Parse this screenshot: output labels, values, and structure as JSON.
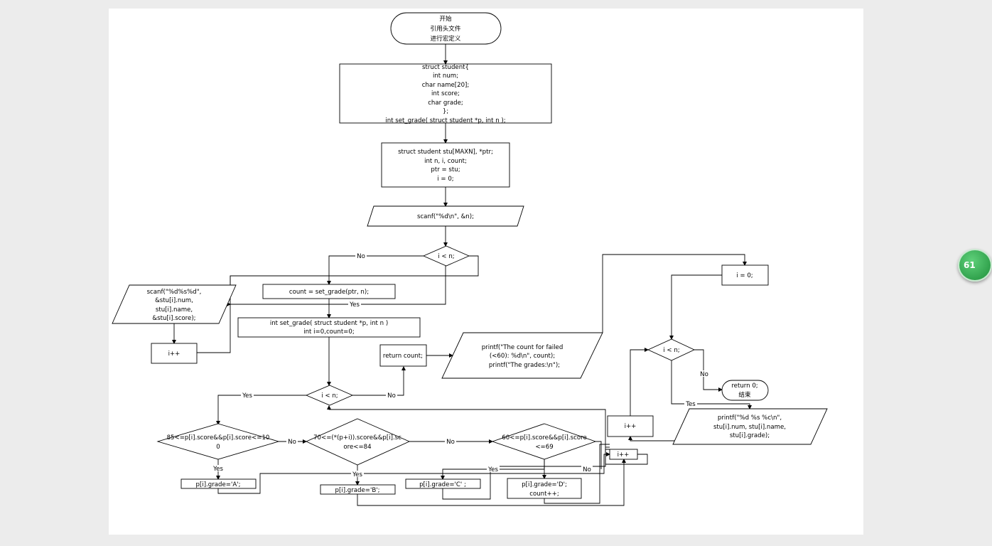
{
  "flowchart": {
    "start": [
      "开始",
      "引用头文件",
      "进行宏定义"
    ],
    "struct_def": [
      "struct student{",
      "int num;",
      "char name[20];",
      "int score;",
      "char grade;",
      "};",
      "int set_grade( struct student *p, int n );"
    ],
    "main_decl": [
      "struct student stu[MAXN], *ptr;",
      "int n, i, count;",
      "ptr = stu;",
      "i = 0;"
    ],
    "scanf_n": [
      "scanf(\"%d\\n\", &n);"
    ],
    "loop_cond_main": [
      "i < n;"
    ],
    "scanf_stu": [
      "scanf(\"%d%s%d\",",
      "&stu[i].num,",
      "stu[i].name,",
      "&stu[i].score);"
    ],
    "inc_main": [
      "i++"
    ],
    "call_set_grade": [
      "count = set_grade(ptr, n);"
    ],
    "func_decl": [
      "int set_grade( struct student *p, int n )",
      "int i=0,count=0;"
    ],
    "return_count": [
      "return count;"
    ],
    "printf_count": [
      "printf(\"The count for failed",
      "(<60): %d\\n\", count);",
      "printf(\"The grades:\\n\");"
    ],
    "loop_cond_func": [
      "i < n;"
    ],
    "cond_a": [
      "85<=p[i].score&&p[i].score<=10",
      "0"
    ],
    "cond_b": [
      "70<=(*(p+i)).score&&p[i].sc",
      "ore<=84"
    ],
    "cond_c": [
      "60<=p[i].score&&p[i].score",
      "<=69"
    ],
    "grade_a": [
      "p[i].grade='A';"
    ],
    "grade_b": [
      "p[i].grade='B';"
    ],
    "grade_c": [
      "p[i].grade='C' ;"
    ],
    "grade_d": [
      "p[i].grade='D';",
      "count++;"
    ],
    "inc_func": [
      "i++"
    ],
    "init_print": [
      "i = 0;"
    ],
    "loop_cond_print": [
      "i < n;"
    ],
    "inc_print": [
      "i++"
    ],
    "printf_stu": [
      "printf(\"%d %s %c\\n\",",
      "stu[i].num, stu[i].name,",
      "stu[i].grade);"
    ],
    "end": [
      "return 0;",
      "结束"
    ],
    "labels": {
      "yes": "Yes",
      "no": "No",
      "yes_alt": "Tes"
    }
  },
  "badge": {
    "text": "61"
  },
  "colors": {
    "line": "#000000",
    "page": "#ffffff",
    "desktop": "#ececec",
    "badge": "#2fa94a"
  }
}
